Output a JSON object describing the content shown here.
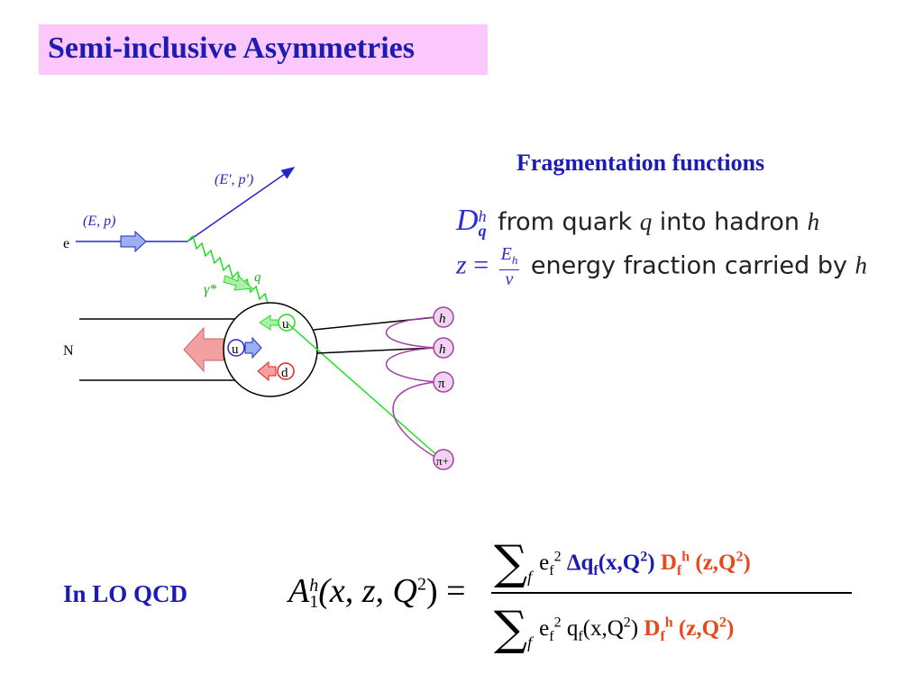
{
  "title": "Semi-inclusive Asymmetries",
  "fragmentation": {
    "heading": "Fragmentation functions",
    "line1_symbol_main": "D",
    "line1_symbol_sup": "h",
    "line1_symbol_sub": "q",
    "line1_text_a": " from quark ",
    "line1_var_q": "q",
    "line1_text_b": " into hadron ",
    "line1_var_h": "h",
    "line2_var_z": "z",
    "line2_equals": " = ",
    "line2_num": "E",
    "line2_num_sub": "h",
    "line2_den": "ν",
    "line2_text": " energy fraction carried by ",
    "line2_var_h": "h"
  },
  "diagram": {
    "electron_label": "e",
    "incoming_label": "(E, p)",
    "outgoing_label": "(E', p')",
    "photon_label": "γ*",
    "photon_q_label": "q",
    "nucleon_label": "N",
    "quark_u_struck": "u",
    "quark_u": "u",
    "quark_d": "d",
    "hadron_1": "h",
    "hadron_2": "h",
    "hadron_3": "π",
    "hadron_4": "π+",
    "colors": {
      "lepton": "#2626c8",
      "photon": "#22dd22",
      "quark_u": "#2626c8",
      "quark_d": "#e8201c",
      "hadron": "#a040a0",
      "hadron_fill": "#f2d2f2",
      "nucleon_arrow": "#f4a0a0"
    }
  },
  "formula": {
    "label": "In LO QCD",
    "lhs_A": "A",
    "lhs_sup": "h",
    "lhs_sub": "1",
    "lhs_args": "(x, z, Q",
    "lhs_args_sup": "2",
    "lhs_close": ") =",
    "sum_symbol": "∑",
    "sum_index": "f",
    "num": {
      "e": "e",
      "e_sub": "f",
      "e_sup": "2",
      "dq": "Δq",
      "dq_sub": "f",
      "dq_args": "(x,Q",
      "dq_args_sup": "2",
      "dq_close": ")",
      "D": "D",
      "D_sub": "f",
      "D_sup": "h",
      "D_args": "(z,Q",
      "D_args_sup": "2",
      "D_close": ")"
    },
    "den": {
      "e": "e",
      "e_sub": "f",
      "e_sup": "2",
      "q": "q",
      "q_sub": "f",
      "q_args": "(x,Q",
      "q_args_sup": "2",
      "q_close": ")",
      "D": "D",
      "D_sub": "f",
      "D_sup": "h",
      "D_args": "(z,Q",
      "D_args_sup": "2",
      "D_close": ")"
    }
  }
}
